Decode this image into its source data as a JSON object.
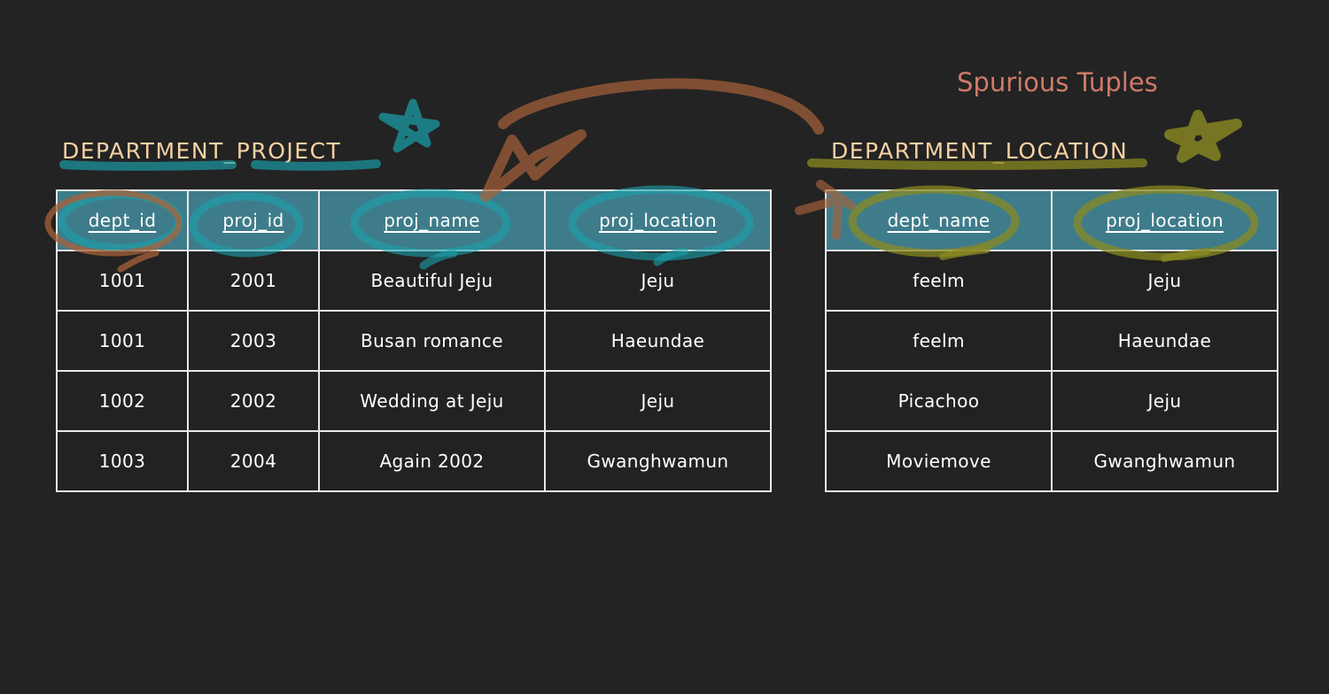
{
  "slide": {
    "title": "Spurious Tuples"
  },
  "department_project": {
    "name": "DEPARTMENT_PROJECT",
    "columns": [
      "dept_id",
      "proj_id",
      "proj_name",
      "proj_location"
    ],
    "rows": [
      [
        "1001",
        "2001",
        "Beautiful Jeju",
        "Jeju"
      ],
      [
        "1001",
        "2003",
        "Busan romance",
        "Haeundae"
      ],
      [
        "1002",
        "2002",
        "Wedding at Jeju",
        "Jeju"
      ],
      [
        "1003",
        "2004",
        "Again 2002",
        "Gwanghwamun"
      ]
    ]
  },
  "department_location": {
    "name": "DEPARTMENT_LOCATION",
    "columns": [
      "dept_name",
      "proj_location"
    ],
    "rows": [
      [
        "feelm",
        "Jeju"
      ],
      [
        "feelm",
        "Haeundae"
      ],
      [
        "Picachoo",
        "Jeju"
      ],
      [
        "Moviemove",
        "Gwanghwamun"
      ]
    ]
  },
  "annotation_colors": {
    "teal": "#1aa3ad",
    "orange": "#a8623a",
    "olive": "#8a8a22",
    "title": "#d07a68",
    "heading": "#f6d2a3",
    "header_fill": "#3e7c8b"
  }
}
